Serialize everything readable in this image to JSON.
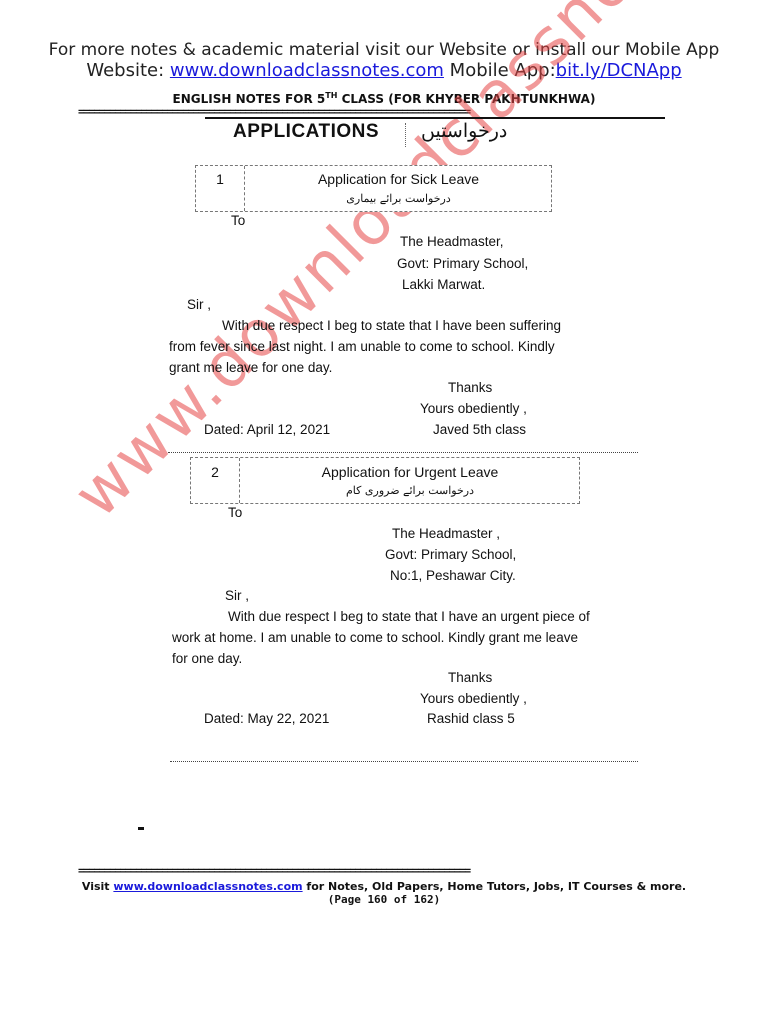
{
  "header": {
    "line1": "For more notes & academic material visit our Website or install our Mobile App",
    "website_label": "Website: ",
    "website_url": "www.downloadclassnotes.com",
    "app_label": " Mobile App:",
    "app_url": "bit.ly/DCNApp",
    "subhead_pre": "ENGLISH NOTES FOR 5",
    "subhead_sup": "TH",
    "subhead_post": " CLASS (FOR KHYBER PAKHTUNKHWA)"
  },
  "rule": "===========================================================================",
  "section": {
    "title_en": "APPLICATIONS",
    "title_ur": "درخواستیں"
  },
  "applications": [
    {
      "number": "1",
      "title": "Application for Sick Leave",
      "title_ur": "درخواست برائے بیماری",
      "to": "To",
      "addr1": "The Headmaster,",
      "addr2": "Govt: Primary School,",
      "addr3": "Lakki Marwat.",
      "salutation": "Sir ,",
      "body1": "With due respect I beg to state that I have been suffering",
      "body2": "from fever since last night. I am unable to come to school. Kindly",
      "body3": "grant me leave for one day.",
      "thanks": "Thanks",
      "closing": "Yours obediently ,",
      "date": "Dated: April 12, 2021",
      "signature": "Javed  5th class"
    },
    {
      "number": "2",
      "title": "Application  for Urgent Leave",
      "title_ur": "درخواست برائے ضروری کام",
      "to": "To",
      "addr1": "The Headmaster ,",
      "addr2": "Govt: Primary School,",
      "addr3": "No:1,  Peshawar City.",
      "salutation": "Sir ,",
      "body1": "With due respect I beg to state that I have an urgent piece of",
      "body2": "work at home. I am unable to come to school. Kindly grant me leave",
      "body3": "for one day.",
      "thanks": "Thanks",
      "closing": "Yours obediently ,",
      "date": "Dated: May 22, 2021",
      "signature": "Rashid class 5"
    }
  ],
  "watermark": "www.downloadclassnotes.com",
  "footer": {
    "visit": "Visit ",
    "url": "www.downloadclassnotes.com",
    "rest": " for Notes, Old Papers, Home Tutors, Jobs, IT Courses & more.",
    "page": "(Page 160 of 162)"
  },
  "colors": {
    "link": "#1a1adb",
    "watermark": "#e64646"
  }
}
